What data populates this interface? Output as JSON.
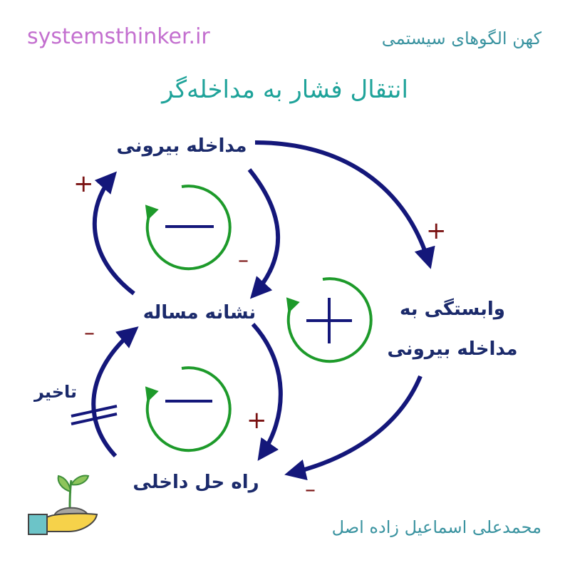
{
  "header": {
    "site": "systemsthinker.ir",
    "archetype": "کهن الگوهای سیستمی",
    "title": "انتقال فشار به مداخله‌گر"
  },
  "nodes": {
    "external_intervention": "مداخله بیرونی",
    "problem_symptom": "نشانه مساله",
    "dependence_line1": "وابستگی به",
    "dependence_line2": "مداخله بیرونی",
    "internal_solution": "راه حل داخلی"
  },
  "delay_label": "تاخیر",
  "polarities": {
    "symptom_to_intervention": "+",
    "intervention_to_symptom": "–",
    "intervention_to_dependence": "+",
    "symptom_to_solution": "+",
    "solution_to_symptom": "–",
    "dependence_to_solution": "–"
  },
  "loops": {
    "top": "balancing",
    "middle": "reinforcing",
    "bottom": "balancing"
  },
  "footer": {
    "author": "محمدعلی اسماعیل زاده اصل"
  },
  "colors": {
    "arrow": "#14177a",
    "polarity": "#7a1212",
    "loop": "#1d9a2a",
    "title": "#1fa39a",
    "site": "#c36fcf"
  }
}
